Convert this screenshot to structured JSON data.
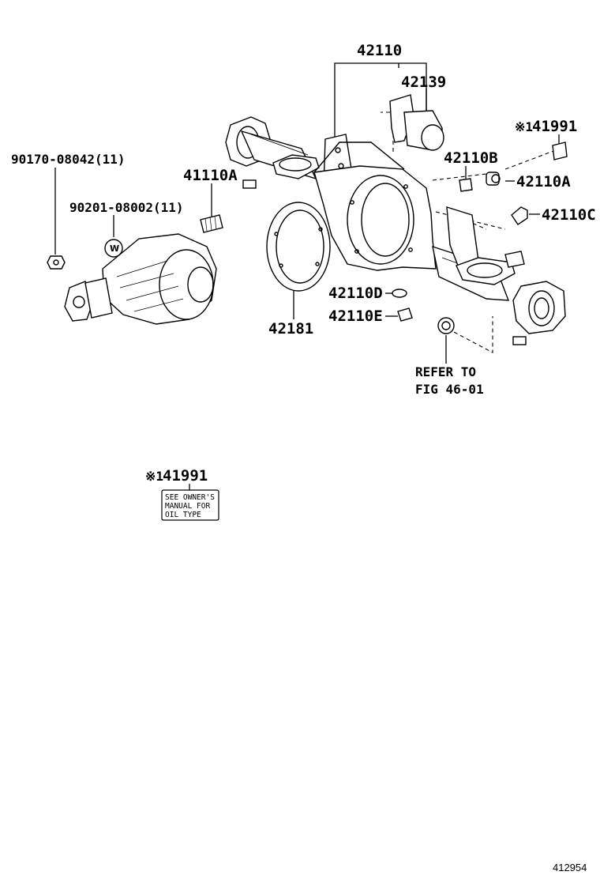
{
  "labels": {
    "p42110": "42110",
    "p42139": "42139",
    "p41991_top": "41991",
    "p41991_top_mark": "※1",
    "p42110B": "42110B",
    "p42110A": "42110A",
    "p42110C": "42110C",
    "p41110A": "41110A",
    "p90170": "90170-08042(11)",
    "p90201": "90201-08002(11)",
    "p42181": "42181",
    "p42110D": "42110D",
    "p42110E": "42110E",
    "refer_line1": "REFER TO",
    "refer_line2": "FIG 46-01",
    "p41991_bottom": "41991",
    "p41991_bottom_mark": "※1",
    "oil_label_line1": "SEE OWNER'S",
    "oil_label_line2": "MANUAL FOR",
    "oil_label_line3": "OIL TYPE",
    "washer_mark": "W",
    "figure_number": "412954"
  }
}
